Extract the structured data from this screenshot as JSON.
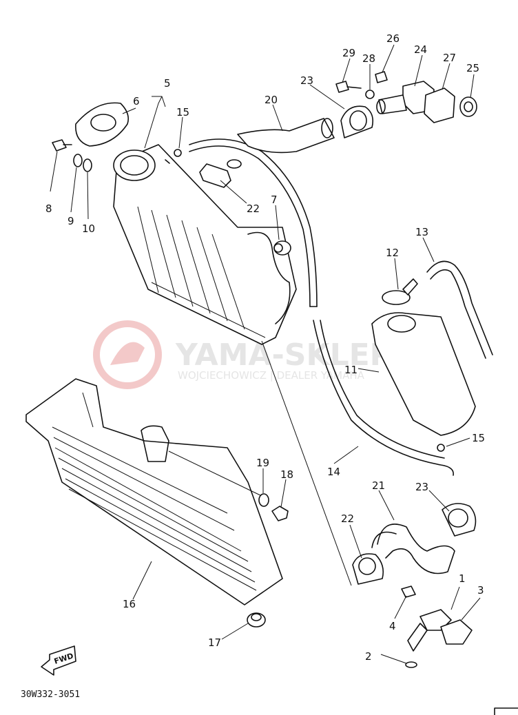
{
  "watermark": {
    "brand": "YAMA-SKLEP.PL",
    "tagline": "WOJCIECHOWICZ | DEALER YAMAHA",
    "logo_color": "#f3c9c9"
  },
  "drawing_code": "30W332-3051",
  "fwd_label": "FWD",
  "callouts": [
    "1",
    "2",
    "3",
    "4",
    "5",
    "6",
    "7",
    "8",
    "9",
    "10",
    "11",
    "12",
    "13",
    "14",
    "15",
    "15",
    "16",
    "17",
    "18",
    "19",
    "20",
    "21",
    "22",
    "22",
    "23",
    "23",
    "24",
    "25",
    "26",
    "27",
    "28",
    "29"
  ],
  "colors": {
    "ink": "#111111",
    "paper": "#ffffff"
  }
}
